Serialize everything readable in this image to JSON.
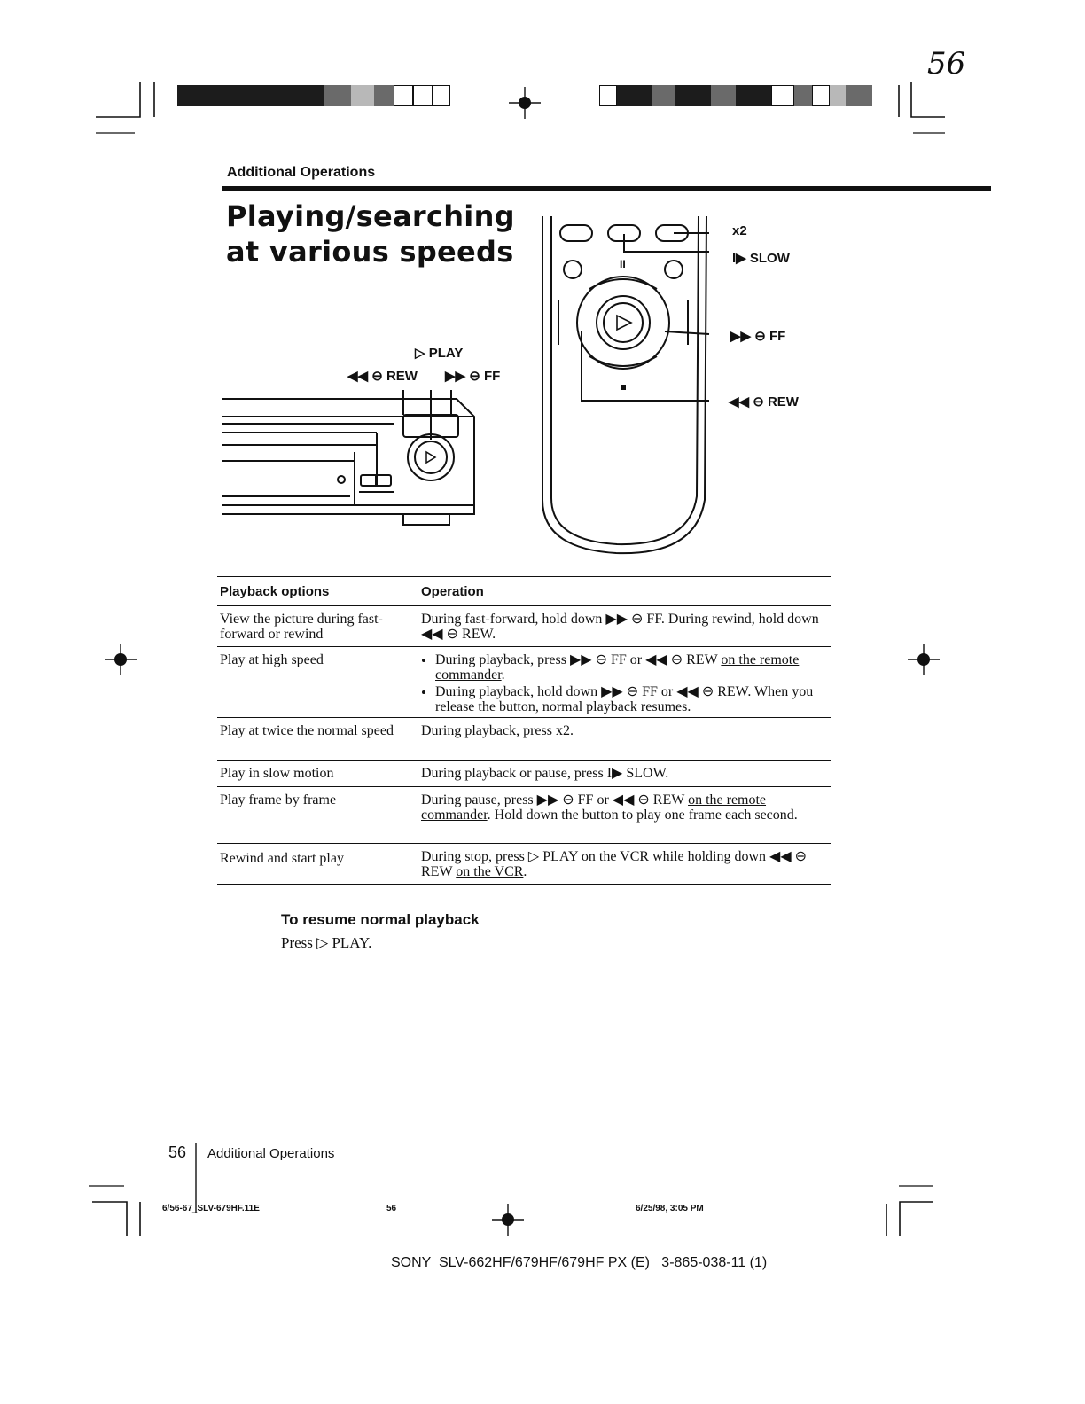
{
  "handwritten_page_number": "56",
  "header": {
    "section_label": "Additional Operations"
  },
  "title": {
    "line1": "Playing/searching",
    "line2": "at various speeds"
  },
  "vcr_diagram": {
    "play_label": "▷ PLAY",
    "rew_label": "◀◀ ⊖ REW",
    "ff_label": "▶▶ ⊖ FF"
  },
  "remote_diagram": {
    "x2_label": "x2",
    "slow_label": "I▶ SLOW",
    "ff_label": "▶▶ ⊖ FF",
    "rew_label": "◀◀ ⊖ REW"
  },
  "table": {
    "header": {
      "col1": "Playback options",
      "col2": "Operation"
    },
    "rows": [
      {
        "option": "View the picture during fast-forward or rewind",
        "operation": "During fast-forward, hold down ▶▶ ⊖ FF. During rewind, hold down ◀◀ ⊖ REW."
      },
      {
        "option": "Play at high speed",
        "bullet1_main": "During playback, press ▶▶ ⊖ FF or ◀◀ ⊖ REW ",
        "bullet1_link": "on the remote commander",
        "bullet1_end": ".",
        "bullet2": "During playback, hold down ▶▶ ⊖ FF or ◀◀ ⊖ REW. When you release the button, normal playback resumes."
      },
      {
        "option": "Play at twice the normal speed",
        "operation": "During playback, press x2."
      },
      {
        "option": "Play in slow motion",
        "operation": "During playback or pause, press I▶ SLOW."
      },
      {
        "option": "Play frame by frame",
        "op_main": "During pause, press ▶▶ ⊖ FF or ◀◀ ⊖ REW ",
        "op_link": "on the remote commander",
        "op_end": ". Hold down the button to play one frame each second."
      },
      {
        "option": "Rewind and start play",
        "op_a": "During stop, press ▷ PLAY ",
        "op_link1": "on the VCR",
        "op_b": " while holding down ◀◀ ⊖ REW ",
        "op_link2": "on the VCR",
        "op_c": "."
      }
    ]
  },
  "resume": {
    "heading": "To resume normal playback",
    "text": "Press ▷ PLAY."
  },
  "footer": {
    "page_number": "56",
    "section_label": "Additional Operations",
    "file_name": "6/56-67_SLV-679HF.11E",
    "page_code": "56",
    "timestamp": "6/25/98, 3:05 PM",
    "model_line": "SONY  SLV-662HF/679HF/679HF PX (E)   3-865-038-11 (1)"
  }
}
